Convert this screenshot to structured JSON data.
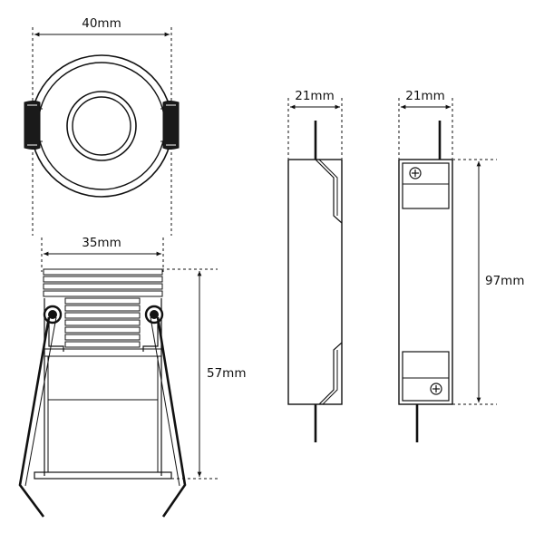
{
  "dimensions": {
    "top_width": "40mm",
    "body_width": "35mm",
    "body_height": "57mm",
    "driver_side_width": "21mm",
    "driver_front_width": "21mm",
    "driver_height": "97mm"
  },
  "colors": {
    "stroke": "#111111",
    "background": "#ffffff"
  },
  "icons": [
    "screw-terminal-icon",
    "arrow-icon"
  ]
}
